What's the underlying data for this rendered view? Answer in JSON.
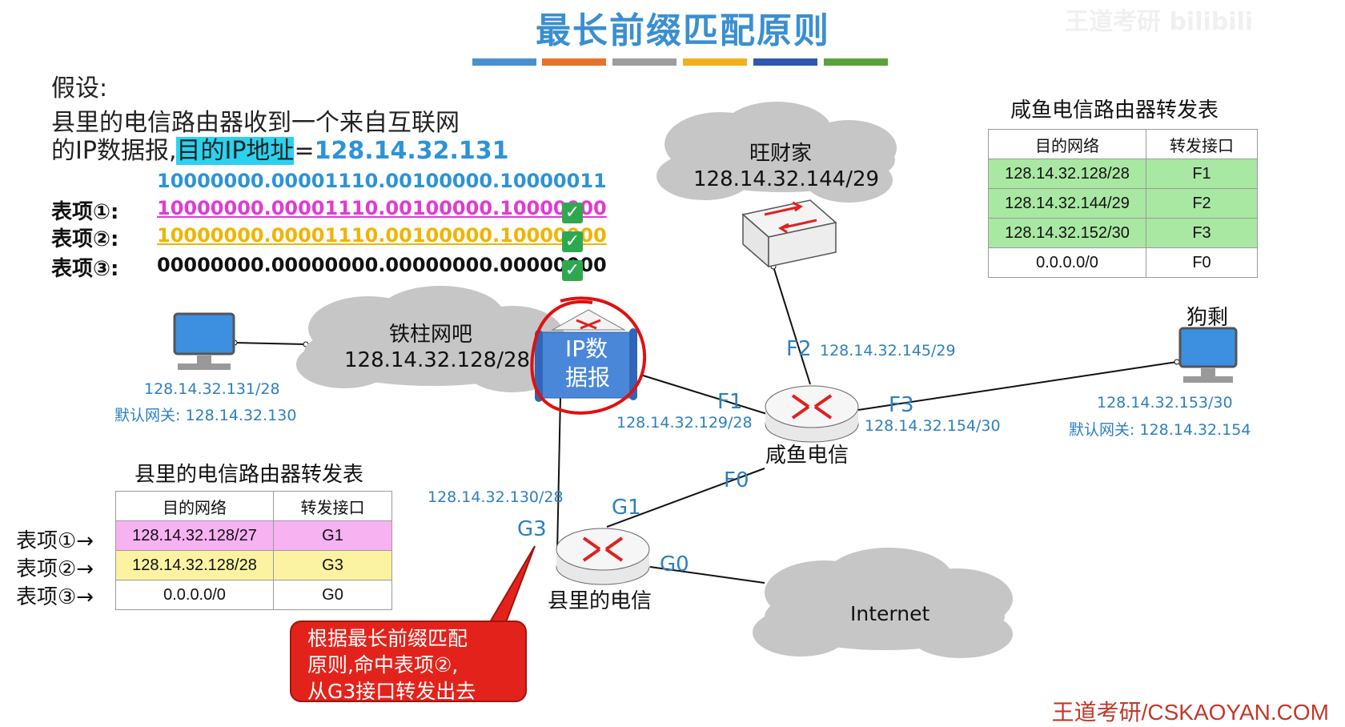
{
  "title": "最长前缀匹配原则",
  "watermark": "王道考研 bilibili",
  "color_bar": [
    "#4a90d0",
    "#e8732a",
    "#9e9e9e",
    "#f2b01e",
    "#2f56b0",
    "#5aa33c"
  ],
  "assumption": {
    "heading": "假设:",
    "line1": "县里的电信路由器收到一个来自互联网",
    "line2_prefix": "的IP数据报,",
    "line2_highlight": "目的IP地址",
    "line2_equals": "=",
    "line2_ip": "128.14.32.131"
  },
  "binary": {
    "dest": "10000000.00001110.00100000.10000011",
    "rows": [
      {
        "label": "表项①:",
        "value": "10000000.00001110.00100000.10000000",
        "color": "#e13ad3",
        "check": "✓"
      },
      {
        "label": "表项②:",
        "value": "10000000.00001110.00100000.10000000",
        "color": "#f0b400",
        "check": "✓"
      },
      {
        "label": "表项③:",
        "value": "00000000.00000000.00000000.00000000",
        "color": "#111111",
        "check": "✓"
      }
    ]
  },
  "nodes": {
    "wangcai": {
      "name": "旺财家",
      "net": "128.14.32.144/29"
    },
    "tiezhu": {
      "name": "铁柱网吧",
      "net": "128.14.32.128/28"
    },
    "pc_left": {
      "ip": "128.14.32.131/28",
      "gw": "默认网关: 128.14.32.130"
    },
    "gousheng": {
      "name": "狗剩",
      "ip": "128.14.32.153/30",
      "gw": "默认网关: 128.14.32.154"
    },
    "xianyu": {
      "name": "咸鱼电信"
    },
    "xianli": {
      "name": "县里的电信"
    },
    "internet": {
      "name": "Internet"
    },
    "packet": {
      "line1": "IP数",
      "line2": "据报"
    }
  },
  "interfaces": {
    "F1": "F1",
    "F1_ip": "128.14.32.129/28",
    "F2": "F2",
    "F2_ip": "128.14.32.145/29",
    "F3": "F3",
    "F3_ip": "128.14.32.154/30",
    "F0": "F0",
    "G1": "G1",
    "G3": "G3",
    "G3_ip": "128.14.32.130/28",
    "G0": "G0"
  },
  "xianyu_table": {
    "title": "咸鱼电信路由器转发表",
    "headers": [
      "目的网络",
      "转发接口"
    ],
    "rows": [
      [
        "128.14.32.128/28",
        "F1"
      ],
      [
        "128.14.32.144/29",
        "F2"
      ],
      [
        "128.14.32.152/30",
        "F3"
      ],
      [
        "0.0.0.0/0",
        "F0"
      ]
    ]
  },
  "county_table": {
    "title": "县里的电信路由器转发表",
    "headers": [
      "目的网络",
      "转发接口"
    ],
    "row_labels": [
      "表项①→",
      "表项②→",
      "表项③→"
    ],
    "rows": [
      [
        "128.14.32.128/27",
        "G1"
      ],
      [
        "128.14.32.128/28",
        "G3"
      ],
      [
        "0.0.0.0/0",
        "G0"
      ]
    ]
  },
  "callout": {
    "line1": "根据最长前缀匹配",
    "line2": "原则,命中表项②,",
    "line3": "从G3接口转发出去"
  },
  "credit": "王道考研/CSKAOYAN.COM"
}
